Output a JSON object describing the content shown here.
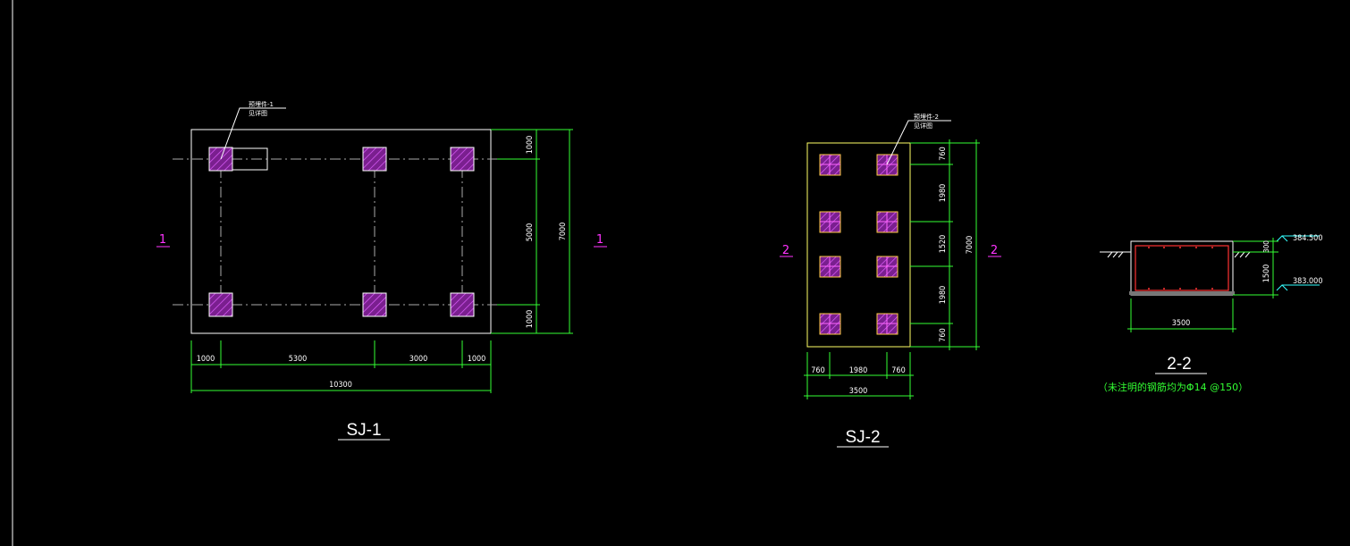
{
  "colors": {
    "background": "#000000",
    "outline": "#ffffff",
    "outline_sj2": "#ffff66",
    "dimension": "#33ff33",
    "pile_fill": "#cc33ff",
    "section_marker": "#ff33ff",
    "note": "#33ff33",
    "red": "#ff3333"
  },
  "sj1": {
    "title": "SJ-1",
    "section_mark_left": "1",
    "section_mark_right": "1",
    "callout_line1": "预埋件-1",
    "callout_line2": "见详图",
    "dims_bottom": [
      "1000",
      "5300",
      "3000",
      "1000"
    ],
    "dim_total_bottom": "10300",
    "dims_right": [
      "1000",
      "5000",
      "1000"
    ],
    "dim_total_right": "7000"
  },
  "sj2": {
    "title": "SJ-2",
    "section_mark_left": "2",
    "section_mark_right": "2",
    "callout_line1": "预埋件-2",
    "callout_line2": "见详图",
    "dims_bottom": [
      "760",
      "1980",
      "760"
    ],
    "dim_total_bottom": "3500",
    "dims_right": [
      "760",
      "1980",
      "1520",
      "1980",
      "760"
    ],
    "dim_total_right": "7000"
  },
  "section22": {
    "title": "2-2",
    "note": "（未注明的钢筋均为Φ14 @150）",
    "elev_top": "384.500",
    "elev_bottom": "383.000",
    "dim_top": "300",
    "dim_depth": "1500",
    "dim_width": "3500"
  }
}
